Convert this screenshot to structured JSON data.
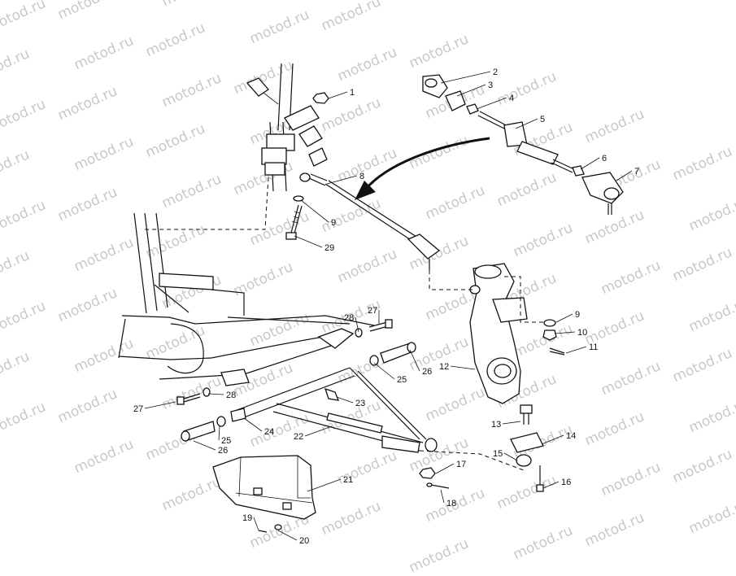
{
  "watermark": "motod.ru",
  "callouts": [
    "1",
    "2",
    "3",
    "4",
    "5",
    "6",
    "7",
    "8",
    "9",
    "29",
    "28",
    "27",
    "9",
    "10",
    "11",
    "12",
    "26",
    "25",
    "27",
    "28",
    "23",
    "24",
    "22",
    "25",
    "26",
    "13",
    "14",
    "15",
    "16",
    "17",
    "18",
    "21",
    "19",
    "20"
  ]
}
